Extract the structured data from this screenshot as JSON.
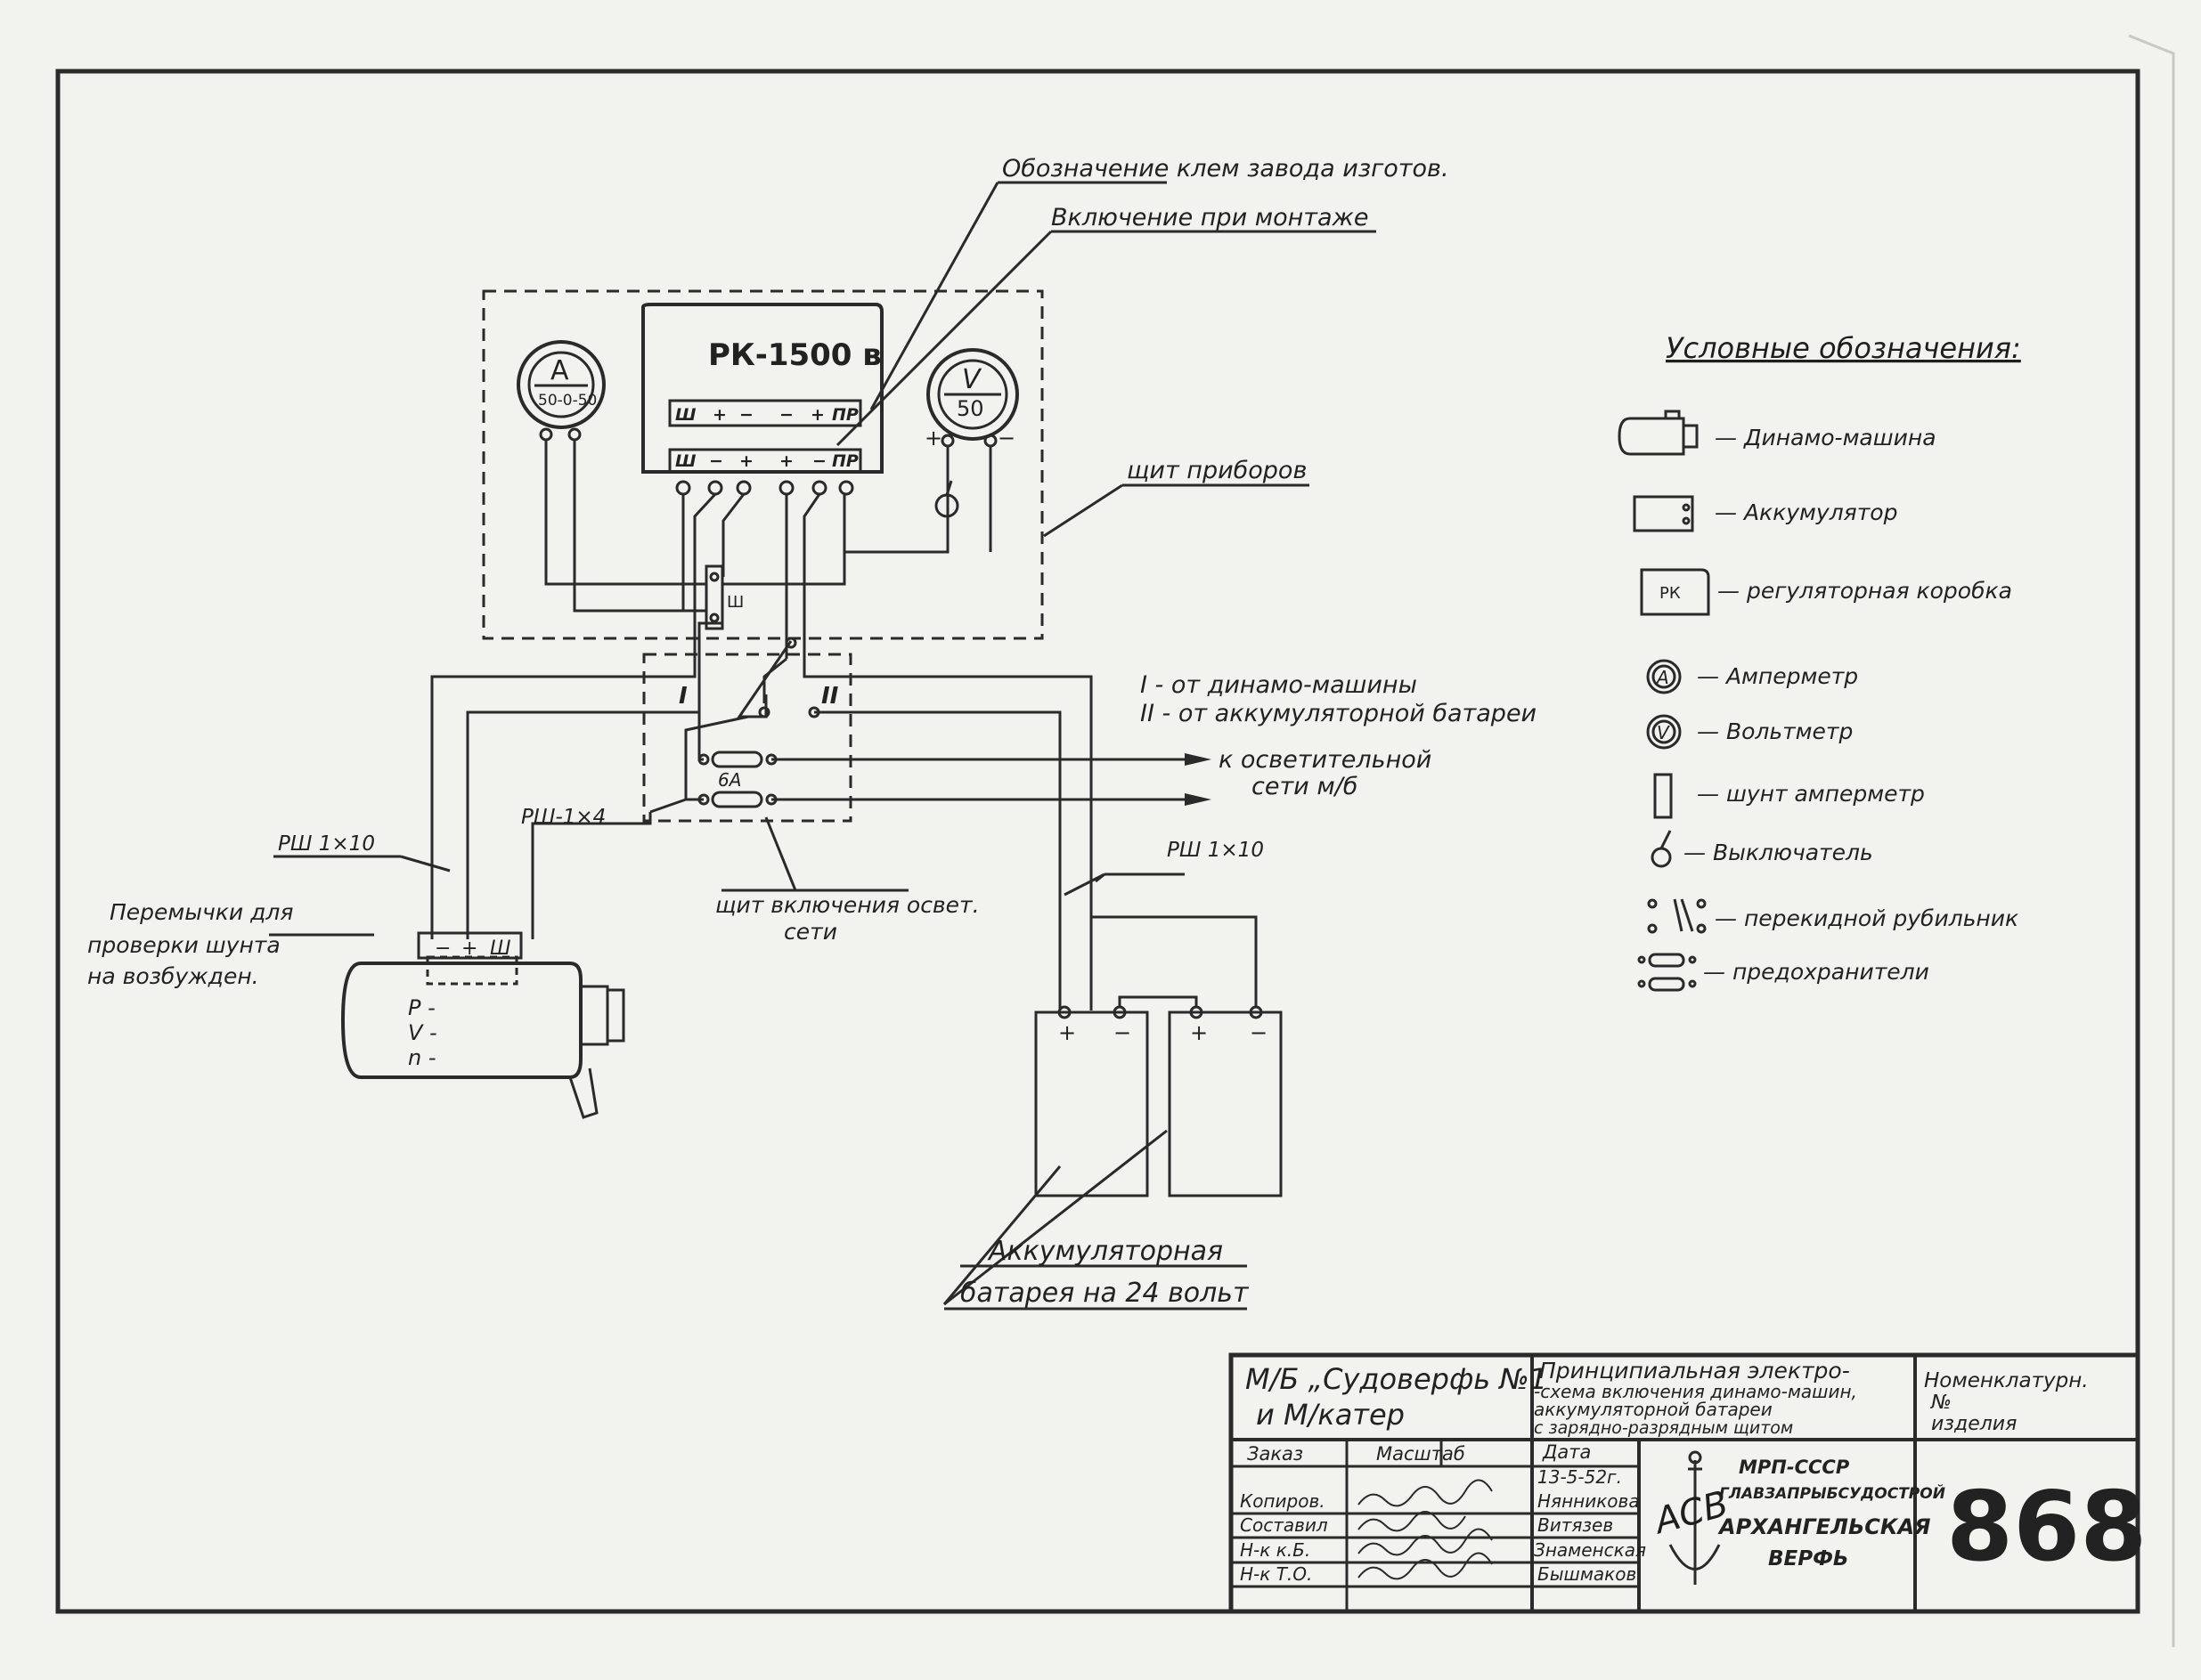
{
  "annotations": {
    "terminal_designation": "Обозначение клем завода изготов.",
    "mounting_connection": "Включение при монтаже",
    "instrument_panel": "щит приборов",
    "lighting_panel_line1": "щит включения освет.",
    "lighting_panel_line2": "сети",
    "jumpers_line1": "Перемычки для",
    "jumpers_line2": "проверки шунта",
    "jumpers_line3": "на возбужден.",
    "from_dynamo": "I - от динамо-машины",
    "from_battery": "II - от аккумуляторной батареи",
    "lighting_net_line1": "к осветительной",
    "lighting_net_line2": "сети м/б",
    "battery_line1": "Аккумуляторная",
    "battery_line2": "батарея на 24 вольт",
    "cable_rsh_1x10_left": "РШ 1×10",
    "cable_rsh_1x4": "РШ-1×4",
    "cable_rsh_1x10_right": "РШ 1×10"
  },
  "regulator": {
    "title": "РК-1500 в",
    "top_terminals": [
      "Ш",
      "+",
      "−",
      "−",
      "+",
      "ПР"
    ],
    "bottom_terminals": [
      "Ш",
      "−",
      "+",
      "+",
      "−",
      "ПР"
    ]
  },
  "ammeter": {
    "letter": "A",
    "scale": "50-0-50"
  },
  "voltmeter": {
    "letter": "V",
    "scale": "50"
  },
  "voltmeter_terminals": {
    "plus": "+",
    "minus": "−"
  },
  "shunt_label": "Ш",
  "switch_labels": {
    "one": "I",
    "two": "II"
  },
  "fuse_rating": "6А",
  "dynamo": {
    "terminals": [
      "−",
      "+",
      "Ш"
    ],
    "markings": [
      "Р -",
      "V -",
      "n -"
    ]
  },
  "battery_terminals": [
    "+",
    "−",
    "+",
    "−"
  ],
  "legend": {
    "title": "Условные обозначения:",
    "items": [
      {
        "icon": "dynamo-symbol",
        "label": "— Динамо-машина"
      },
      {
        "icon": "battery-symbol",
        "label": "— Аккумулятор"
      },
      {
        "icon": "regulator-box-symbol",
        "symbol_text": "РК",
        "label": "— регуляторная коробка"
      },
      {
        "icon": "ammeter-symbol",
        "symbol_text": "A",
        "label": "— Амперметр"
      },
      {
        "icon": "voltmeter-symbol",
        "symbol_text": "V",
        "label": "— Вольтметр"
      },
      {
        "icon": "shunt-symbol",
        "label": "— шунт амперметр"
      },
      {
        "icon": "switch-symbol",
        "label": "— Выключатель"
      },
      {
        "icon": "changeover-switch-symbol",
        "label": "— перекидной рубильник"
      },
      {
        "icon": "fuse-symbol",
        "label": "— предохранители"
      }
    ]
  },
  "title_block": {
    "object_line1": "М/Б „Судоверфь №1",
    "object_line2": "и М/катер",
    "description_line1": "Принципиальная электро-",
    "description_line2": "-схема включения динамо-машин,",
    "description_line3": "аккумуляторной батареи",
    "description_line4": "с зарядно-разрядным щитом",
    "nomenclature_line1": "Номенклатурн.",
    "nomenclature_line2": "№",
    "nomenclature_line3": "изделия",
    "col_order": "Заказ",
    "col_scale": "Масштаб",
    "col_date": "Дата",
    "date_value": "13-5-52г.",
    "roles": [
      "Копиров.",
      "Составил",
      "Н-к к.Б.",
      "Н-к Т.О."
    ],
    "names": [
      "Нянникова",
      "Витязев",
      "Знаменская",
      "Бышмаков"
    ],
    "org_line1": "МРП-СССР",
    "org_line2": "ГЛАВЗАПРЫБСУДОСТРОЙ",
    "org_line3": "АРХАНГЕЛЬСКАЯ",
    "org_line4": "ВЕРФЬ",
    "logo_text": "АСВ",
    "drawing_number": "868"
  }
}
